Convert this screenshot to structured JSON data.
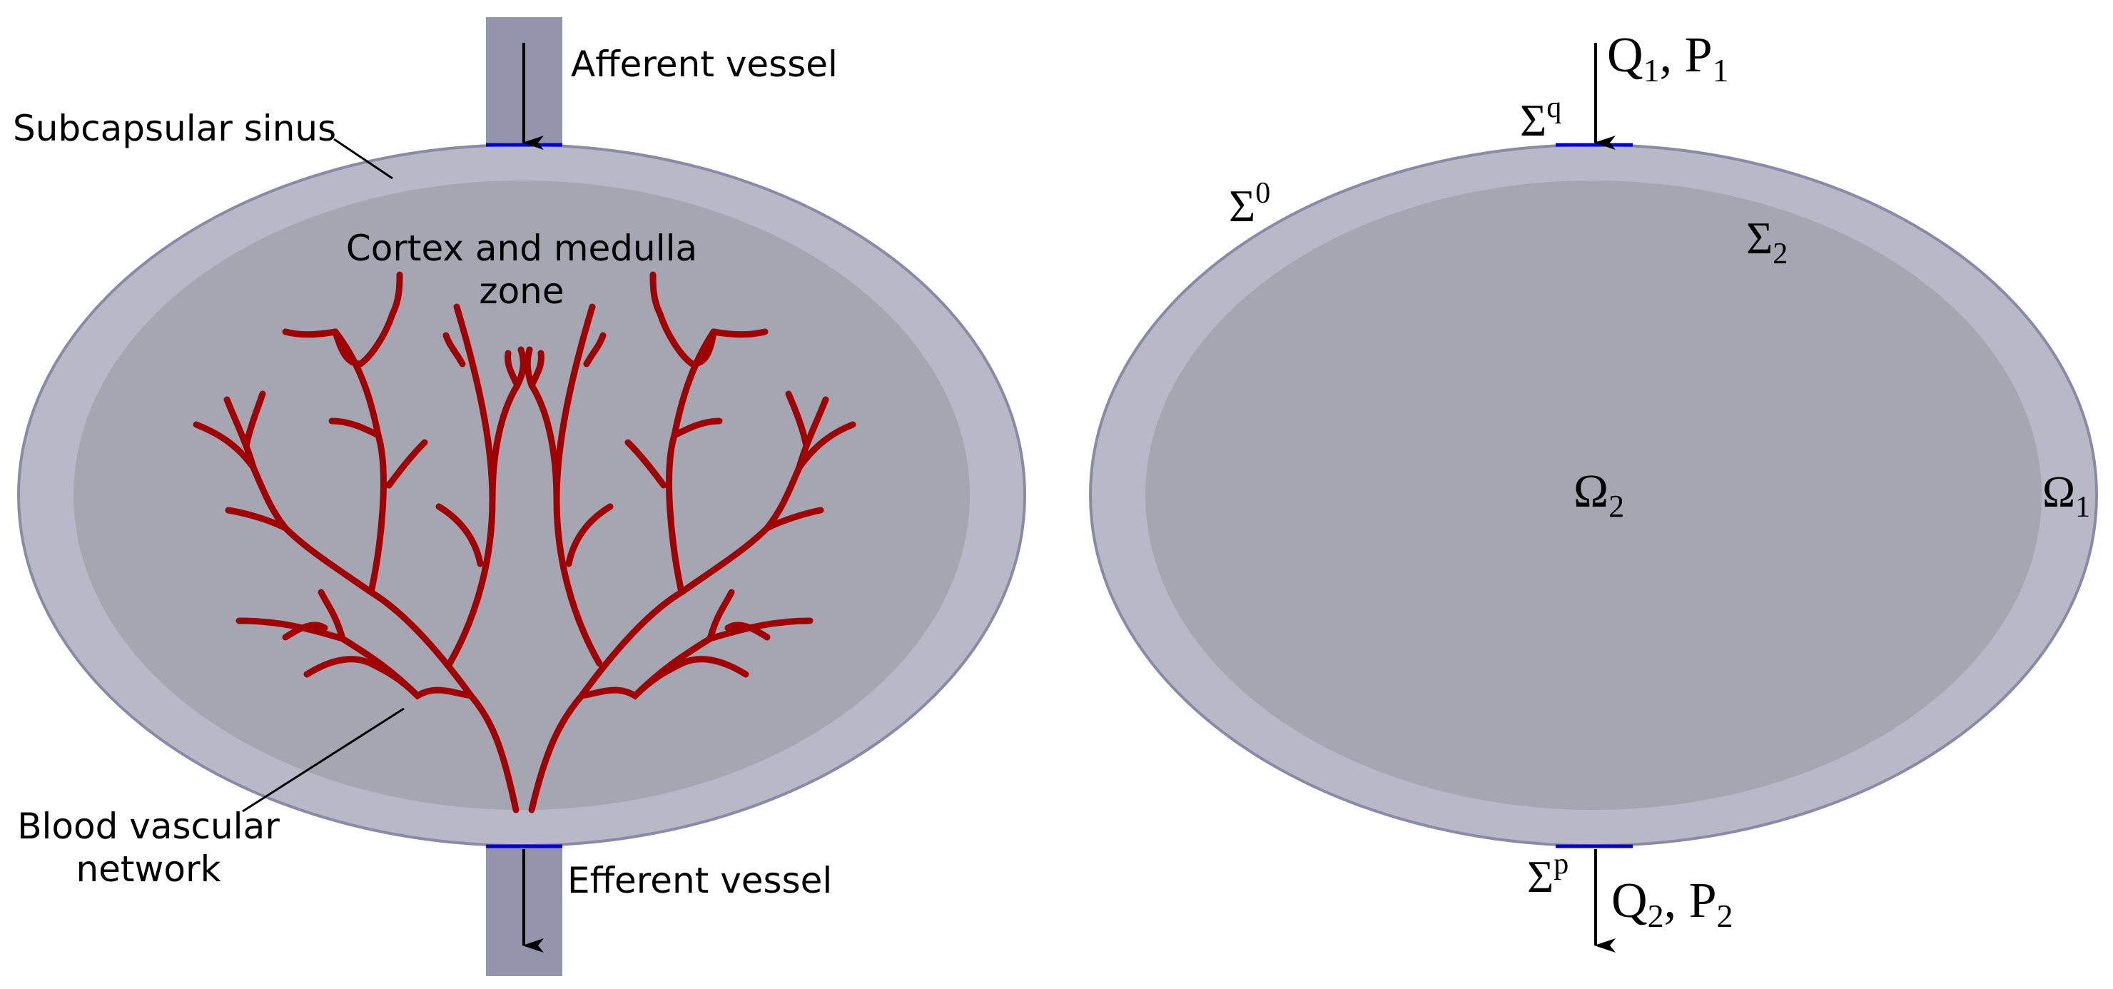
{
  "colors": {
    "outer_ring": "#b8b8c6",
    "outer_stroke": "#8a8aa8",
    "inner_zone": "#a6a6b2",
    "vessel": "#9494ac",
    "blood": "#a00000",
    "interface": "#0000d8",
    "arrow": "#000000"
  },
  "left_panel": {
    "afferent_label": "Afferent vessel",
    "efferent_label": "Efferent vessel",
    "sinus_label": "Subcapsular sinus",
    "zone_label_line1": "Cortex and medulla",
    "zone_label_line2": "zone",
    "network_label_line1": "Blood vascular",
    "network_label_line2": "network"
  },
  "right_panel": {
    "inflow": {
      "q": "Q",
      "q_sub": "1",
      "sep": ", ",
      "p": "P",
      "p_sub": "1"
    },
    "outflow": {
      "q": "Q",
      "q_sub": "2",
      "sep": ", ",
      "p": "P",
      "p_sub": "2"
    },
    "sigma_q": {
      "base": "Σ",
      "sup": "q"
    },
    "sigma_p": {
      "base": "Σ",
      "sup": "p"
    },
    "sigma_0": {
      "base": "Σ",
      "sup": "0"
    },
    "sigma_2": {
      "base": "Σ",
      "sub": "2"
    },
    "omega_1": {
      "base": "Ω",
      "sub": "1"
    },
    "omega_2": {
      "base": "Ω",
      "sub": "2"
    }
  }
}
